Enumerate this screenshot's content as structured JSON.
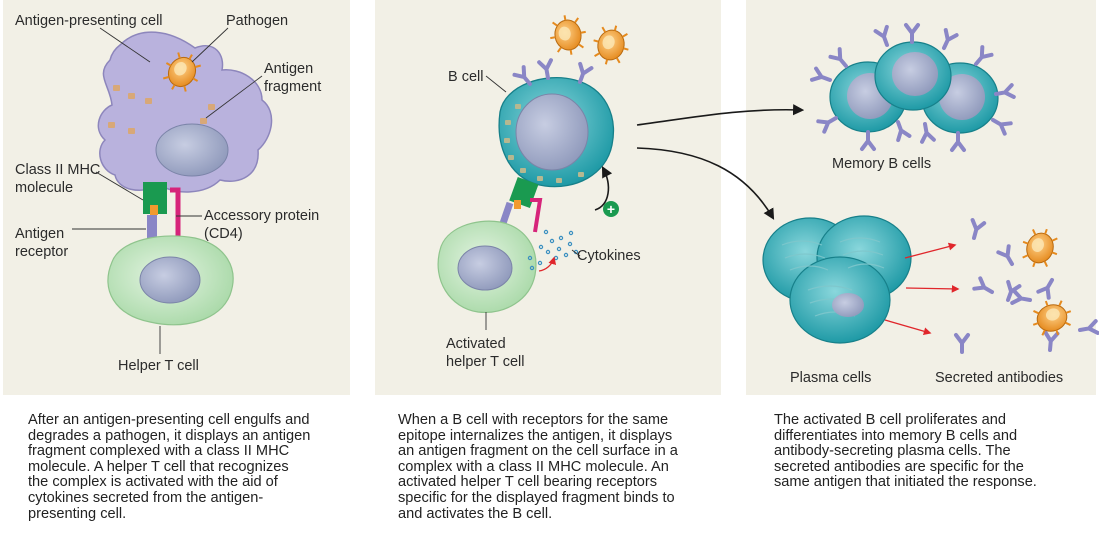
{
  "panel1": {
    "labels": {
      "apc": "Antigen-presenting cell",
      "pathogen": "Pathogen",
      "antigen_fragment": [
        "Antigen",
        "fragment"
      ],
      "class2_mhc": [
        "Class II MHC",
        "molecule"
      ],
      "antigen_receptor": [
        "Antigen",
        "receptor"
      ],
      "accessory": [
        "Accessory protein",
        "(CD4)"
      ],
      "helper_t": "Helper T cell"
    },
    "caption": [
      "After an antigen-presenting cell engulfs and",
      "degrades a pathogen, it displays an antigen",
      "fragment complexed with a class II MHC",
      "molecule. A helper T cell that recognizes",
      "the complex is activated with the aid of",
      "cytokines secreted from the antigen-",
      "presenting cell."
    ]
  },
  "panel2": {
    "labels": {
      "b_cell": "B cell",
      "cytokines": "Cytokines",
      "activated_t": [
        "Activated",
        "helper T cell"
      ],
      "plus": "+"
    },
    "caption": [
      "When a B cell with receptors for the same",
      "epitope internalizes the antigen, it displays",
      "an antigen fragment on the cell surface in a",
      "complex with a class II MHC molecule. An",
      "activated helper T cell bearing receptors",
      "specific for the displayed fragment binds to",
      "and activates the B cell."
    ]
  },
  "panel3": {
    "labels": {
      "memory": "Memory B cells",
      "plasma": "Plasma cells",
      "secreted": "Secreted antibodies"
    },
    "caption": [
      "The activated B cell proliferates and",
      "differentiates into memory B cells and",
      "antibody-secreting plasma cells. The",
      "secreted antibodies are specific for the",
      "same antigen that initiated the response."
    ]
  },
  "colors": {
    "panel_bg": "#f2f0e6",
    "apc": "#b9b2dd",
    "b_cell": "#3eb7bf",
    "t_cell": "#bfe3bd",
    "pathogen": "#f29a2e",
    "mhc": "#1a9a50",
    "cd4": "#d6247a",
    "antibody": "#8a86c6",
    "arrow_red": "#e0262b"
  }
}
